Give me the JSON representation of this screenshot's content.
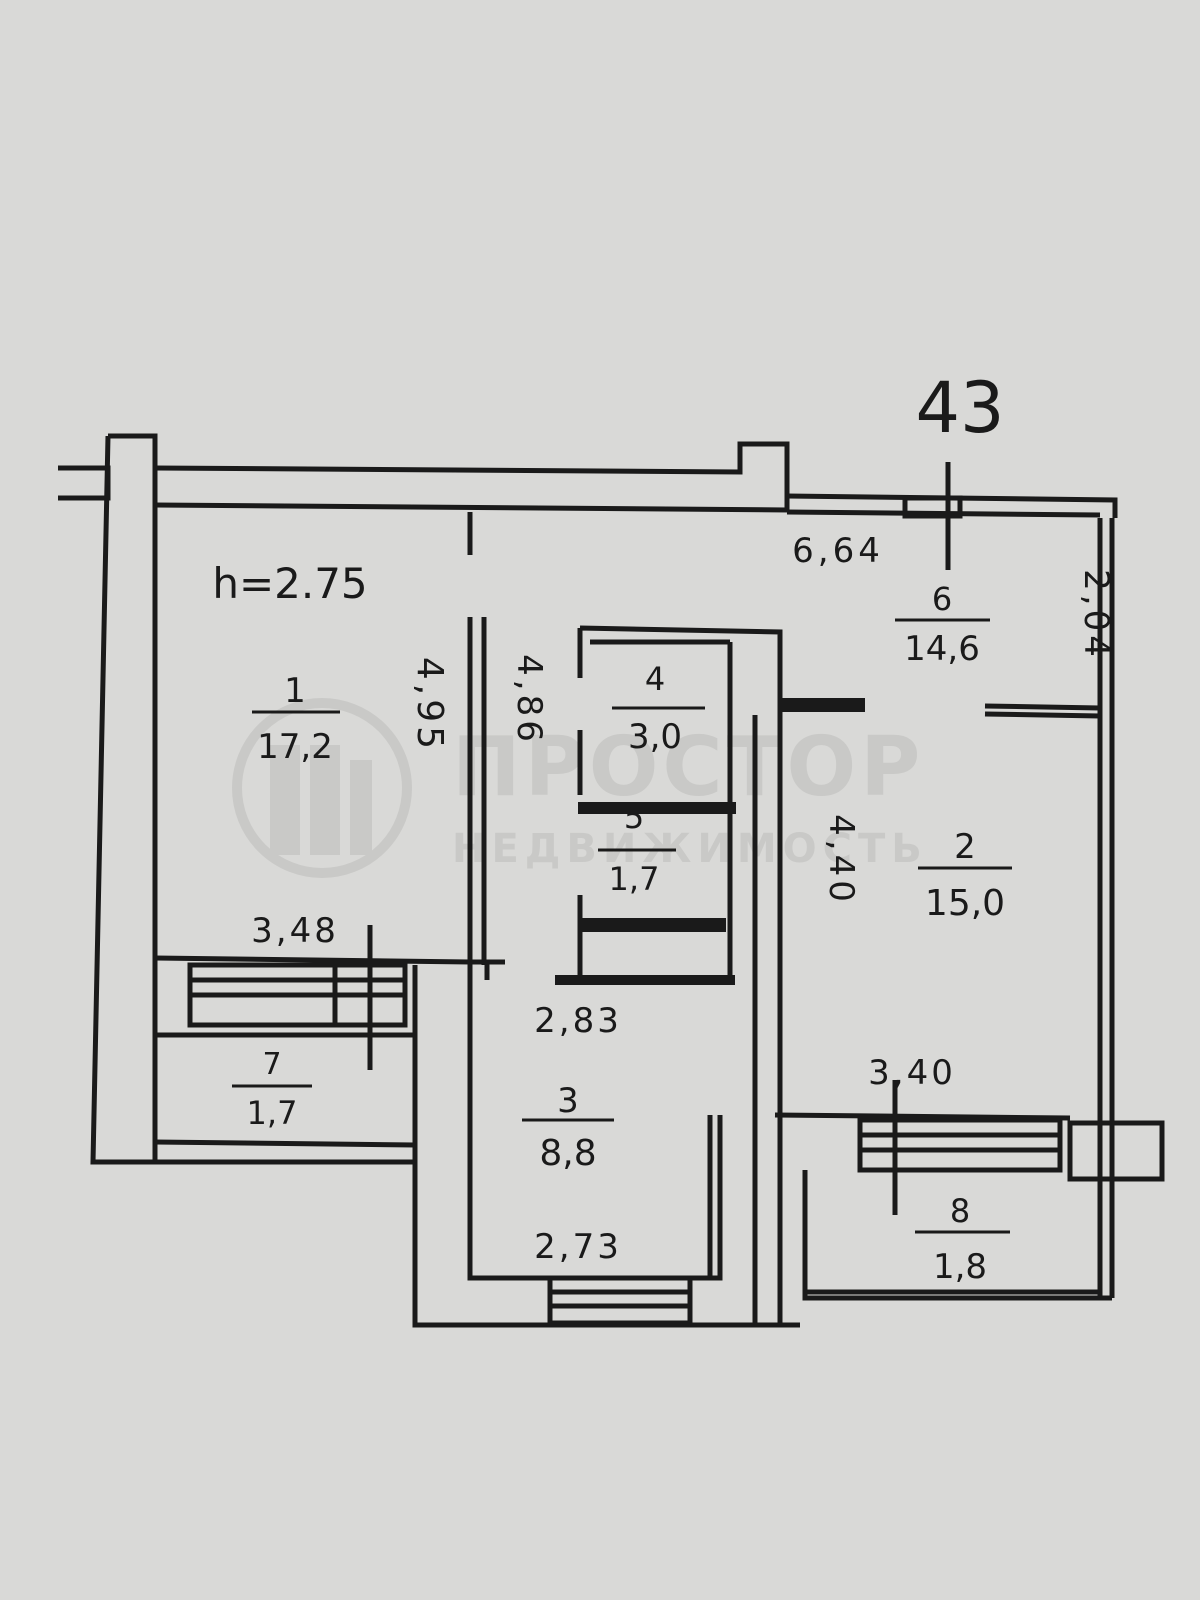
{
  "sheet": {
    "plan_number": "43",
    "ceiling_height": "h=2.75",
    "paper_color": "#d9d9d7",
    "ink_color": "#1a1a1a"
  },
  "rooms": [
    {
      "number": "1",
      "area": "17,2"
    },
    {
      "number": "2",
      "area": "15,0"
    },
    {
      "number": "3",
      "area": "8,8"
    },
    {
      "number": "4",
      "area": "3,0"
    },
    {
      "number": "5",
      "area": "1,7"
    },
    {
      "number": "6",
      "area": "14,6"
    },
    {
      "number": "7",
      "area": "1,7"
    },
    {
      "number": "8",
      "area": "1,8"
    }
  ],
  "dimensions": {
    "d664": "6,64",
    "d204": "2,04",
    "d495": "4,95",
    "d486": "4,86",
    "d348": "3,48",
    "d283": "2,83",
    "d440": "4,40",
    "d340": "3,40",
    "d273": "2,73"
  },
  "watermark": {
    "brand": "ПРОСТОР",
    "tagline": "НЕДВИЖИМОСТЬ",
    "logo_icon": "building-logo-icon"
  }
}
